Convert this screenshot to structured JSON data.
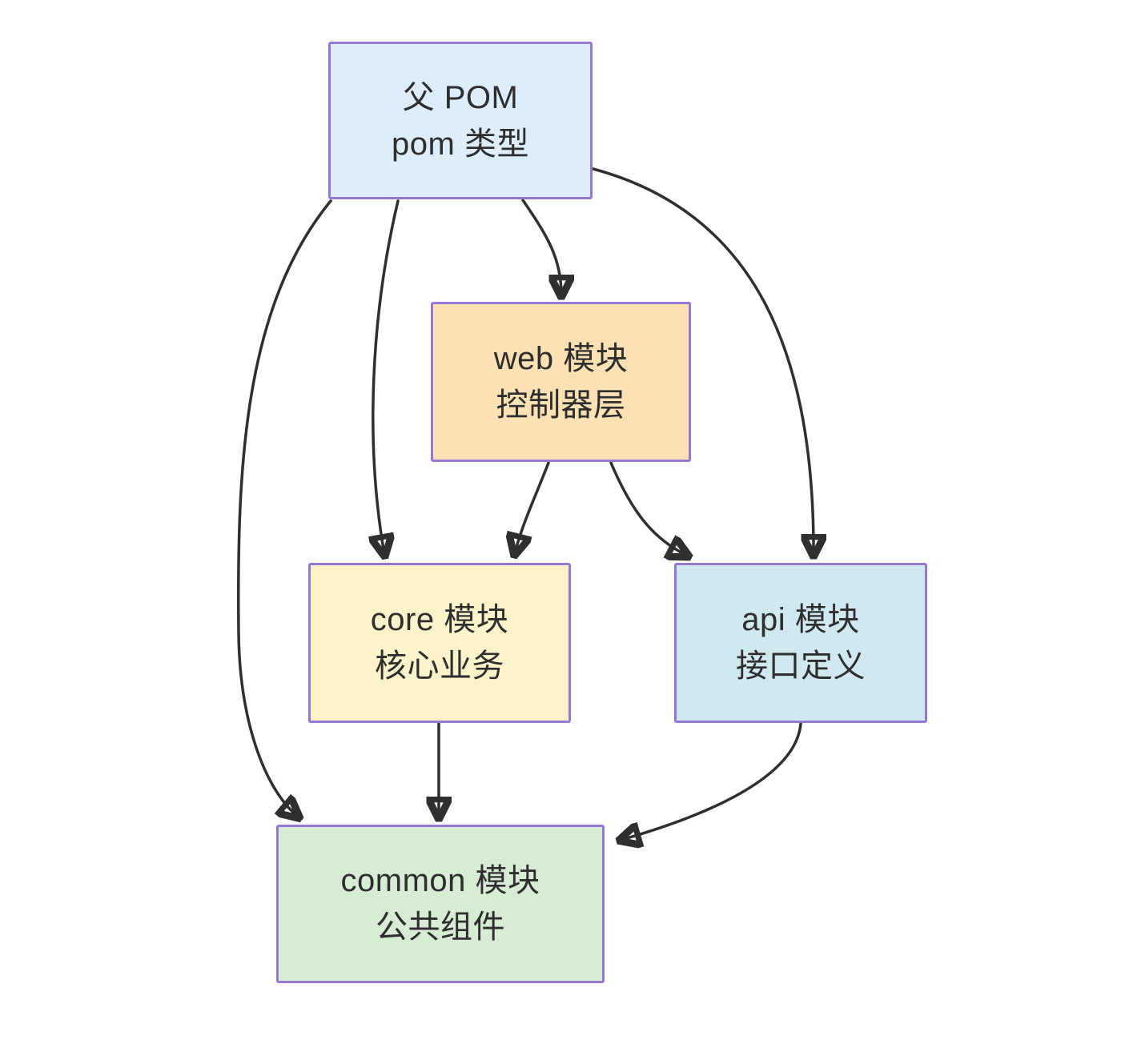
{
  "diagram": {
    "colors": {
      "background": "#ffffff",
      "node_border": "#9678d4",
      "arrow": "#2f2f2f",
      "text": "#2e2e2e"
    },
    "nodes": [
      {
        "id": "parent-pom",
        "line1": "父 POM",
        "line2": "pom 类型",
        "fill": "#dceefb"
      },
      {
        "id": "web-module",
        "line1": "web 模块",
        "line2": "控制器层",
        "fill": "#fbe1b4"
      },
      {
        "id": "core-module",
        "line1": "core 模块",
        "line2": "核心业务",
        "fill": "#fdf3cb"
      },
      {
        "id": "api-module",
        "line1": "api 模块",
        "line2": "接口定义",
        "fill": "#d0e9f0"
      },
      {
        "id": "common-module",
        "line1": "common 模块",
        "line2": "公共组件",
        "fill": "#d6ecd3"
      }
    ],
    "edges": [
      {
        "from": "parent-pom",
        "to": "web-module"
      },
      {
        "from": "parent-pom",
        "to": "core-module"
      },
      {
        "from": "parent-pom",
        "to": "api-module"
      },
      {
        "from": "parent-pom",
        "to": "common-module"
      },
      {
        "from": "web-module",
        "to": "core-module"
      },
      {
        "from": "web-module",
        "to": "api-module"
      },
      {
        "from": "core-module",
        "to": "common-module"
      },
      {
        "from": "api-module",
        "to": "common-module"
      }
    ]
  }
}
